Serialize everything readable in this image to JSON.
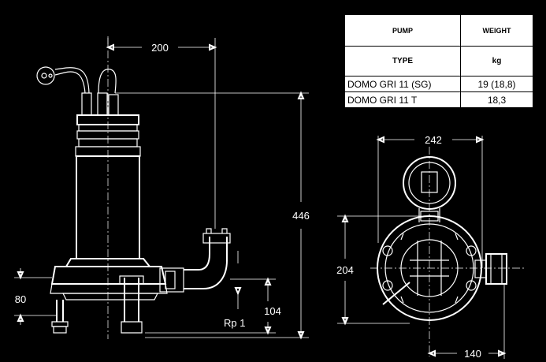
{
  "table": {
    "col_pump": "PUMP",
    "col_type": "TYPE",
    "col_weight": "WEIGHT",
    "col_unit": "kg",
    "rows": [
      {
        "type": "DOMO GRI 11 (SG)",
        "weight": "19  (18,8)"
      },
      {
        "type": "DOMO GRI 11 T",
        "weight": "18,3"
      }
    ]
  },
  "side_view": {
    "dim_width": "200",
    "dim_height": "446",
    "dim_foot": "80",
    "dim_outlet_height": "104",
    "outlet_thread": "Rp  1"
  },
  "top_view": {
    "dim_width": "242",
    "dim_depth": "204",
    "dim_offset": "140"
  }
}
